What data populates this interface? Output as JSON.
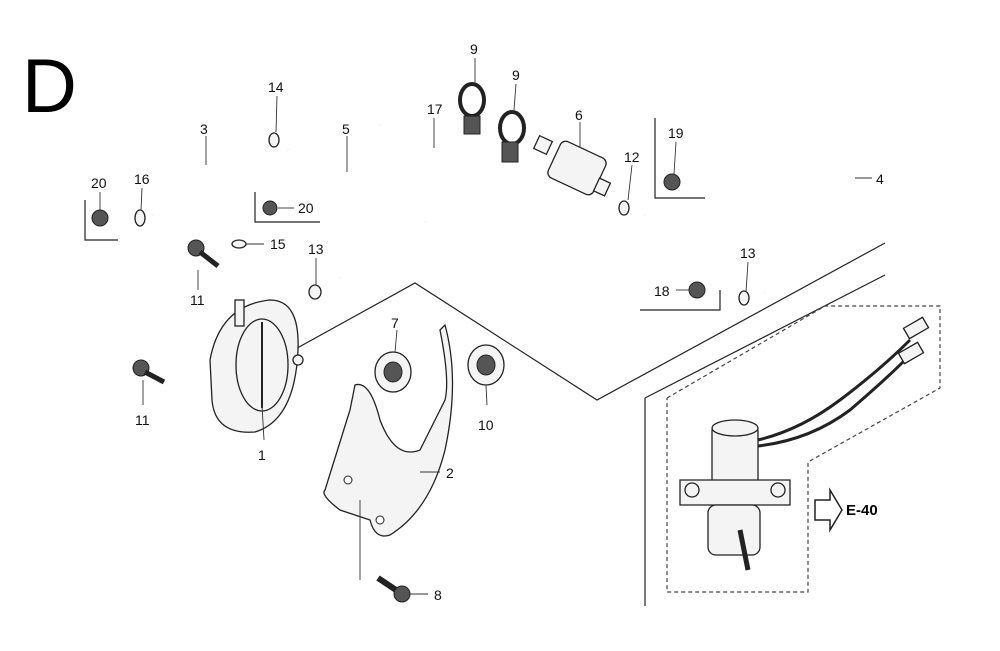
{
  "section_letter": "D",
  "reference": {
    "label": "E-40"
  },
  "callouts": {
    "c1": "1",
    "c2": "2",
    "c3": "3",
    "c4": "4",
    "c5": "5",
    "c6": "6",
    "c7": "7",
    "c8": "8",
    "c9a": "9",
    "c9b": "9",
    "c10": "10",
    "c11a": "11",
    "c11b": "11",
    "c12": "12",
    "c13a": "13",
    "c13b": "13",
    "c14": "14",
    "c15": "15",
    "c16": "16",
    "c17": "17",
    "c18": "18",
    "c19": "19",
    "c20a": "20",
    "c20b": "20"
  }
}
